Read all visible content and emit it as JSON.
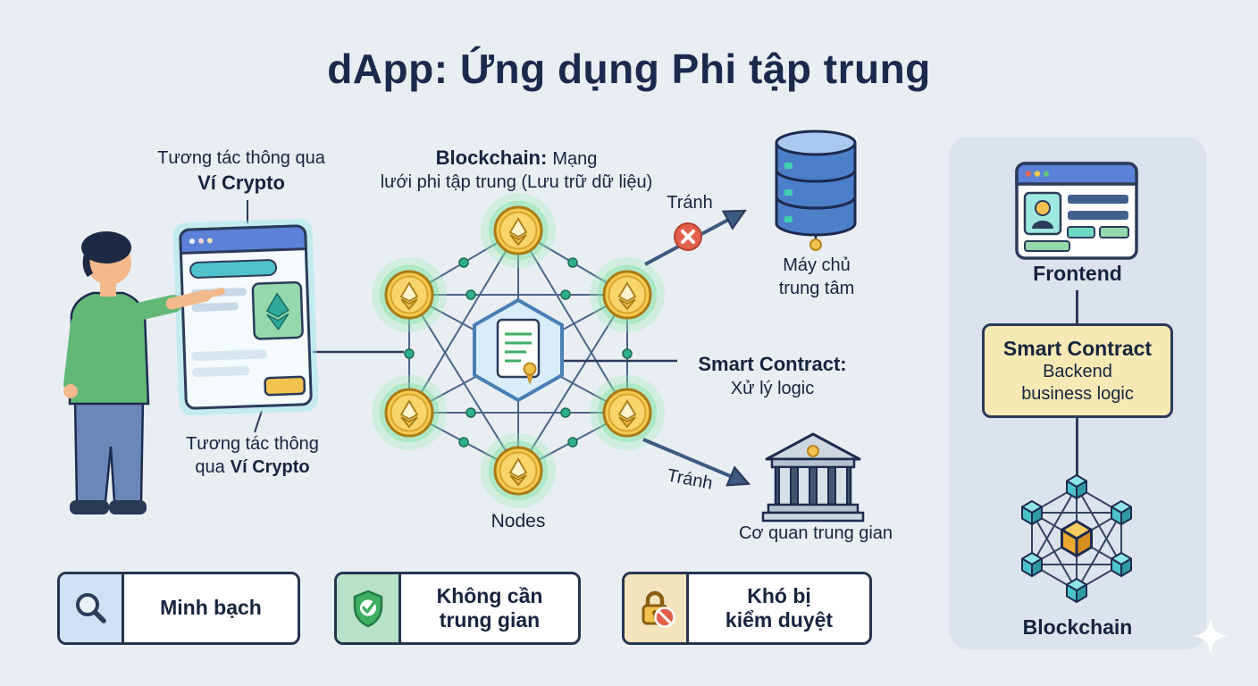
{
  "title": "dApp: Ứng dụng Phi tập trung",
  "wallet": {
    "top_line1": "Tương tác thông qua",
    "top_line2": "Ví Crypto",
    "bottom_line1": "Tương tác thông",
    "bottom_line2_prefix": "qua",
    "bottom_line2_bold": "Ví Crypto"
  },
  "network": {
    "title_bold": "Blockchain:",
    "title_rest": "Mạng",
    "title_line2": "lưới phi tập trung (Lưu trữ dữ liệu)",
    "nodes_label": "Nodes",
    "smart_contract_bold": "Smart Contract:",
    "smart_contract_desc": "Xử lý logic"
  },
  "avoid": {
    "server_label": "Tránh",
    "server_icon": "database-icon",
    "block_icon": "x-circle-icon",
    "server_line1": "Máy chủ",
    "server_line2": "trung tâm",
    "intermediary_label": "Tránh",
    "intermediary_icon": "bank-icon",
    "intermediary_name": "Cơ quan trung gian"
  },
  "stack": {
    "frontend": "Frontend",
    "frontend_icon": "browser-window-icon",
    "contract_title": "Smart Contract",
    "contract_desc_line1": "Backend",
    "contract_desc_line2": "business logic",
    "blockchain": "Blockchain",
    "blockchain_icon": "network-cube-icon",
    "decoration": "sparkle-icon"
  },
  "badges": [
    {
      "icon": "magnifier-icon",
      "lines": [
        "Minh bạch"
      ]
    },
    {
      "icon": "shield-check-icon",
      "lines": [
        "Không cần",
        "trung gian"
      ]
    },
    {
      "icon": "lock-censorship-icon",
      "lines": [
        "Khó bị",
        "kiểm duyệt"
      ]
    }
  ],
  "colors": {
    "background": "#e9eef3",
    "navy": "#1d2b4f",
    "gold_coin": "#f5c94e",
    "teal": "#2fae8f",
    "glow_green": "#7fe3a0",
    "panel": "#dde3ec",
    "contract_box": "#f6e9b4",
    "badge_blue": "#cfe1f2",
    "badge_green": "#b9e0c8",
    "badge_tan": "#f3e4bd",
    "alert_red": "#e2604b",
    "browser_blue": "#5b82d8"
  }
}
